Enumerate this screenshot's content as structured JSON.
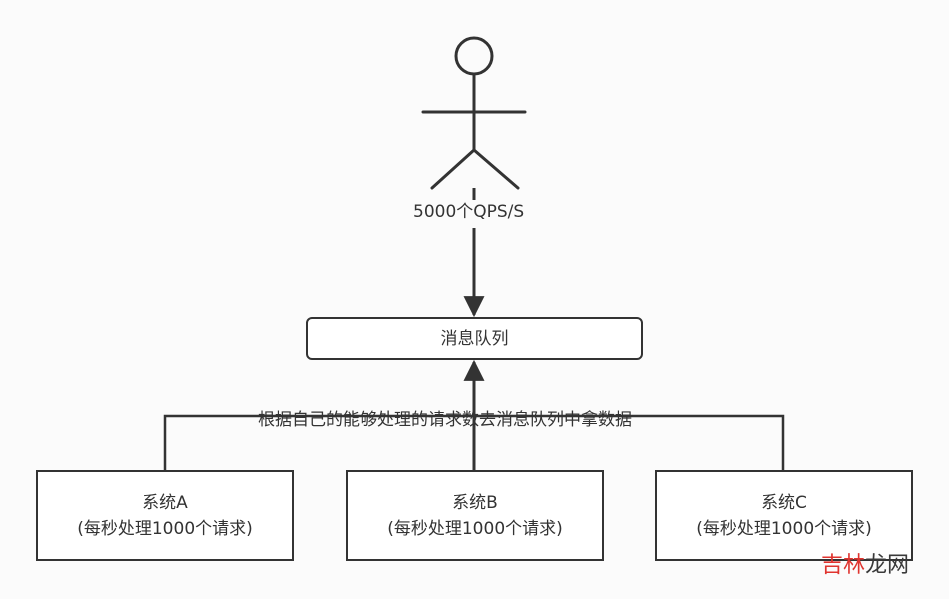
{
  "actor": {
    "icon": "stick-figure-user-icon",
    "label": "5000个QPS/S"
  },
  "queue": {
    "label": "消息队列"
  },
  "pull_annotation": "根据自己的能够处理的请求数去消息队列中拿数据",
  "systems": [
    {
      "name": "系统A",
      "capacity": "(每秒处理1000个请求)"
    },
    {
      "name": "系统B",
      "capacity": "(每秒处理1000个请求)"
    },
    {
      "name": "系统C",
      "capacity": "(每秒处理1000个请求)"
    }
  ],
  "watermark": {
    "part1": "吉林",
    "part2": "龙网"
  },
  "colors": {
    "stroke": "#333333",
    "background": "#fbfbfb",
    "watermark_red": "#e0342f"
  }
}
